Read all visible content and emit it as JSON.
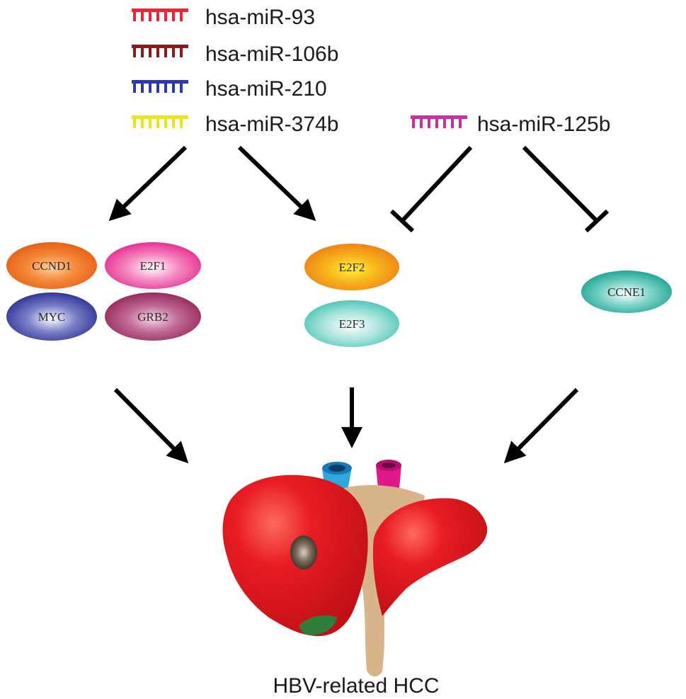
{
  "mirnas": [
    {
      "label": "hsa-miR-93",
      "color": "#e8263a"
    },
    {
      "label": "hsa-miR-106b",
      "color": "#8b1a1a"
    },
    {
      "label": "hsa-miR-210",
      "color": "#2b3aa8"
    },
    {
      "label": "hsa-miR-374b",
      "color": "#e6e61a"
    },
    {
      "label": "hsa-miR-125b",
      "color": "#c9309e"
    }
  ],
  "genes": {
    "ccnd1": {
      "label": "CCND1",
      "color": "#ef6a1c"
    },
    "e2f1": {
      "label": "E2F1",
      "color": "#e8338f"
    },
    "myc": {
      "label": "MYC",
      "color": "#2d2f8f"
    },
    "grb2": {
      "label": "GRB2",
      "color": "#a33065"
    },
    "e2f2": {
      "label": "E2F2",
      "color": "#f2a11c"
    },
    "e2f3": {
      "label": "E2F3",
      "color": "#3cbfb0"
    },
    "ccne1": {
      "label": "CCNE1",
      "color": "#1aa596"
    }
  },
  "outcome": {
    "label": "HBV-related HCC"
  },
  "liver_colors": {
    "lobe": "#e0191f",
    "hilum": "#d7b48a",
    "lesion": "#4a3a2e",
    "gallbladder": "#2e7d3a",
    "portal_vein": "#2fa8e0",
    "hepatic_artery": "#e0198a"
  }
}
